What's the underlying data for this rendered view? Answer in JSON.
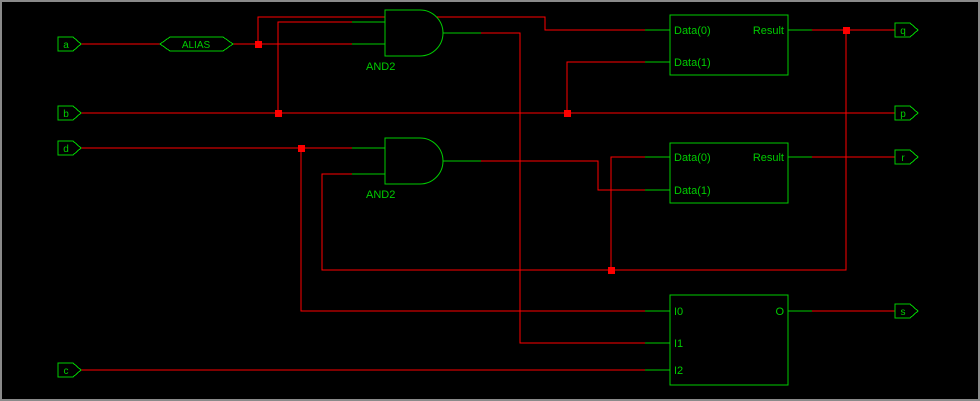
{
  "app": {
    "type": "logic-schematic-viewer"
  },
  "diagram": {
    "colors": {
      "background": "#000000",
      "wire": "#ff0000",
      "component": "#00cc00",
      "frame": "#8a8a8a"
    },
    "inputs": [
      {
        "label": "a"
      },
      {
        "label": "b"
      },
      {
        "label": "d"
      },
      {
        "label": "c"
      }
    ],
    "outputs": [
      {
        "label": "q"
      },
      {
        "label": "p"
      },
      {
        "label": "r"
      },
      {
        "label": "s"
      }
    ],
    "alias": {
      "label": "ALIAS"
    },
    "gates": [
      {
        "label": "AND2"
      },
      {
        "label": "AND2"
      }
    ],
    "blocks": [
      {
        "pin0": "Data(0)",
        "pin1": "Data(1)",
        "out": "Result"
      },
      {
        "pin0": "Data(0)",
        "pin1": "Data(1)",
        "out": "Result"
      },
      {
        "pin0": "I0",
        "pin1": "I1",
        "pin2": "I2",
        "out": "O"
      }
    ],
    "nets": [
      {
        "source": "a",
        "via": "ALIAS",
        "sinks": [
          "AND2-top.input2",
          "block1.Data(0)"
        ]
      },
      {
        "source": "b",
        "sinks": [
          "p",
          "AND2-top.input1",
          "block1.Data(1)"
        ]
      },
      {
        "source": "AND2-top.output",
        "sinks": [
          "block3.I1"
        ]
      },
      {
        "source": "block1.Result",
        "sinks": [
          "q",
          "block2.Data(0)",
          "AND2-bottom.input2"
        ]
      },
      {
        "source": "d",
        "sinks": [
          "AND2-bottom.input1",
          "block3.I0"
        ]
      },
      {
        "source": "AND2-bottom.output",
        "sinks": [
          "block2.Data(1)"
        ]
      },
      {
        "source": "block2.Result",
        "sinks": [
          "r"
        ]
      },
      {
        "source": "c",
        "sinks": [
          "block3.I2"
        ]
      },
      {
        "source": "block3.O",
        "sinks": [
          "s"
        ]
      }
    ]
  }
}
